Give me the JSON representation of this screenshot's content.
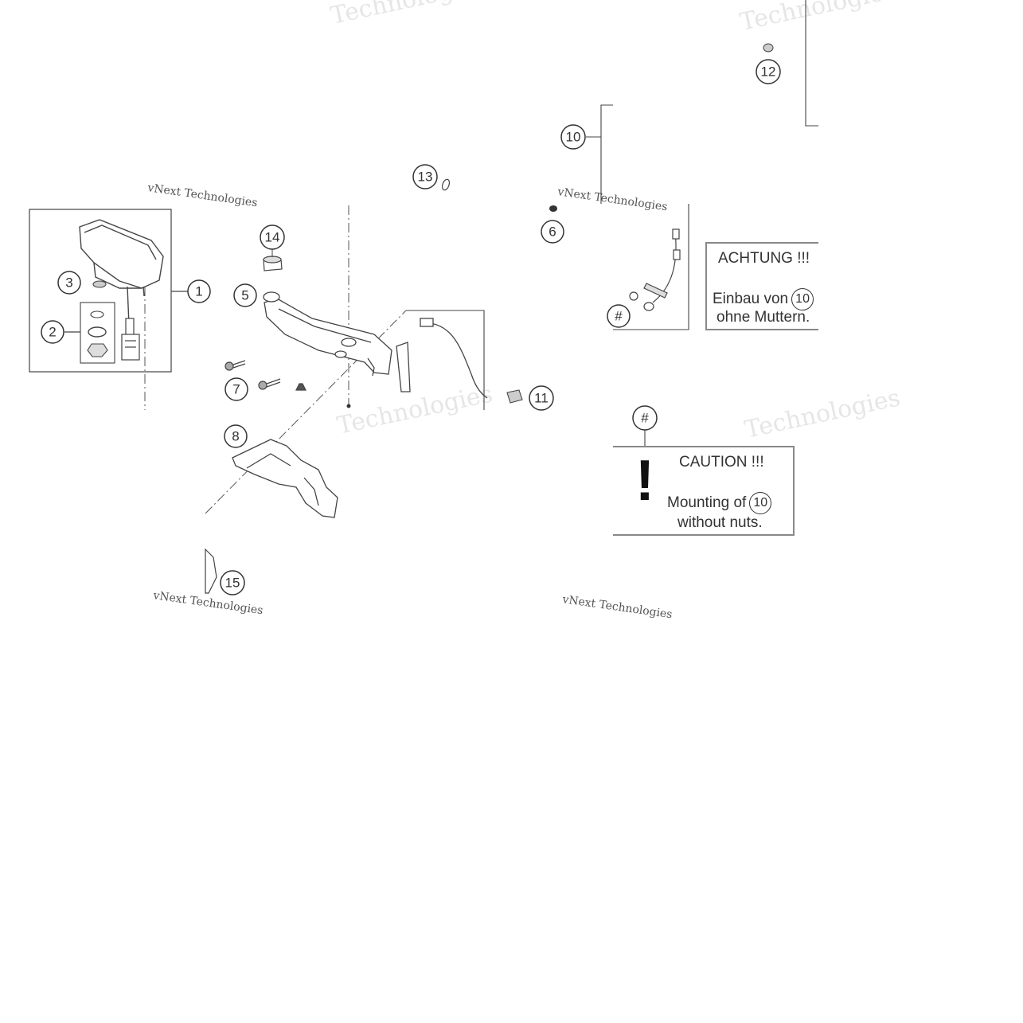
{
  "callouts": {
    "c1": "1",
    "c2": "2",
    "c3": "3",
    "c5": "5",
    "c6": "6",
    "c7": "7",
    "c8": "8",
    "c10": "10",
    "c11": "11",
    "c12": "12",
    "c13": "13",
    "c14": "14",
    "c15": "15",
    "hash_top": "#",
    "hash_side": "#"
  },
  "watermark": {
    "brand_a": "vNext Technologies",
    "brand_b": "Technologies"
  },
  "note_de": {
    "title": "ACHTUNG !!!",
    "line1": "Einbau von",
    "ref": "10",
    "line2": "ohne Muttern."
  },
  "note_en": {
    "mark": "!",
    "title": "CAUTION !!!",
    "line1": "Mounting of",
    "ref": "10",
    "line2": "without nuts."
  },
  "colors": {
    "line": "#333333",
    "watermark": "#e6e6e6",
    "box_border": "#888888"
  }
}
